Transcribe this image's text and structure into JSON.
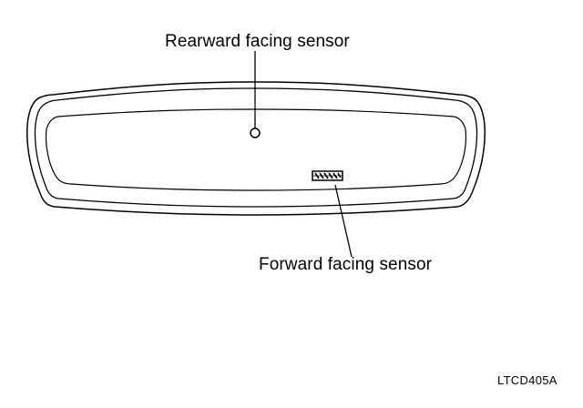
{
  "figure": {
    "rear_sensor_label": "Rearward facing sensor",
    "forward_sensor_label": "Forward facing sensor",
    "figure_code": "LTCD405A"
  },
  "parts": {
    "mirror": "rearview-mirror-icon",
    "rear_sensor": "circular-sensor-icon",
    "forward_sensor": "sensor-window-icon"
  },
  "colors": {
    "line": "#000000",
    "background": "#ffffff"
  }
}
